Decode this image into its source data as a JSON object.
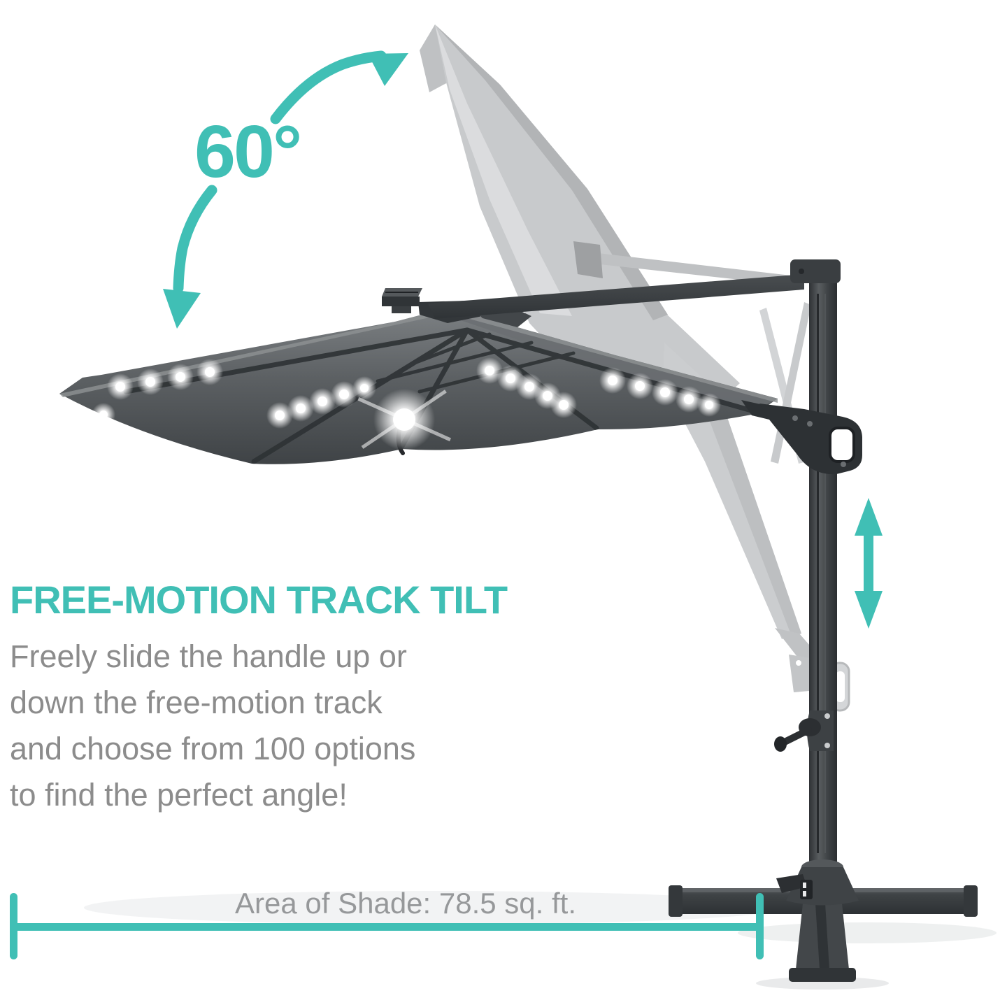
{
  "annotations": {
    "tilt_angle": "60°",
    "tilt_heading": "FREE-MOTION TRACK TILT",
    "tilt_body_lines": [
      "Freely slide the handle up or",
      "down the free-motion track",
      "and choose from 100 options",
      "to find the perfect angle!"
    ],
    "shade_area": "Area of Shade: 78.5 sq. ft."
  },
  "colors": {
    "accent_teal": "#40bfb5",
    "body_text": "#8c8c8c",
    "dimension_text": "#96989a",
    "canopy_dark": "#55595c",
    "frame_dark": "#3a3e41",
    "ghost_gray": "#c8cacc"
  }
}
